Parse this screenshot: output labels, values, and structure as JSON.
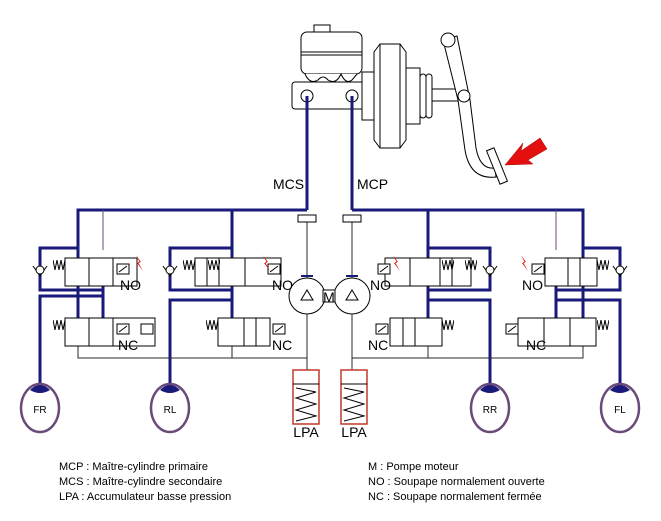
{
  "diagram": {
    "labels": {
      "mcs": "MCS",
      "mcp": "MCP",
      "motor": "M",
      "no": "NO",
      "nc": "NC",
      "lpa": "LPA"
    },
    "wheels": [
      "FR",
      "RL",
      "RR",
      "FL"
    ],
    "colors": {
      "hydraulic_line": "#1a1a7a",
      "arrow": "#e41010",
      "lightning": "#e41010",
      "accumulator": "#c0392b",
      "valve_outline": "#6a4a78"
    }
  },
  "legend": {
    "left": [
      "MCP : Maître-cylindre primaire",
      "MCS : Maître-cylindre secondaire",
      "LPA : Accumulateur basse pression"
    ],
    "right": [
      "M : Pompe moteur",
      "NO : Soupape normalement ouverte",
      "NC : Soupape normalement fermée"
    ]
  }
}
